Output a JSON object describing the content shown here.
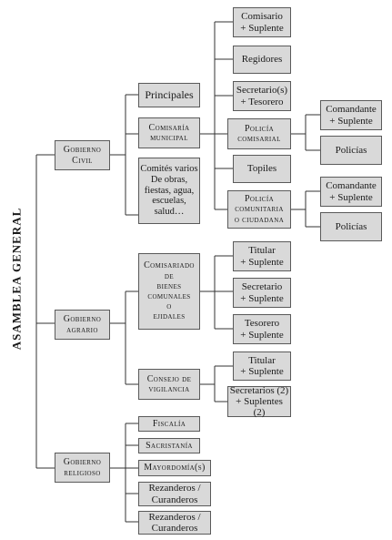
{
  "title": "ASAMBLEA GENERAL",
  "nodes": {
    "civil": "Gobierno\nCivil",
    "agrario": "Gobierno\nagrario",
    "religioso": "Gobierno\nreligioso",
    "principales": "Principales",
    "comisaria": "Comisaría\nmunicipal",
    "comites": "Comités varios\nDe obras,\nfiestas, agua,\nescuelas,\nsalud…",
    "comisario": "Comisario\n+ Suplente",
    "regidores": "Regidores",
    "secretario": "Secretario(s)\n+ Tesorero",
    "policia_comisarial": "Policía\ncomisarial",
    "topiles": "Topiles",
    "policia_comunitaria": "Policía\ncomunitaria\no ciudadana",
    "comandante1": "Comandante\n+ Suplente",
    "policias1": "Policías",
    "comandante2": "Comandante\n+ Suplente",
    "policias2": "Policías",
    "comisariado": "Comisariado\nde\nbienes\ncomunales\no\nejidales",
    "titular1": "Titular\n+ Suplente",
    "secretario_agr": "Secretario\n+ Suplente",
    "tesorero": "Tesorero\n+ Suplente",
    "consejo": "Consejo de\nvigilancia",
    "titular2": "Titular\n+ Suplente",
    "secretarios2": "Secretarios (2)\n+ Suplentes (2)",
    "fiscalia": "Fiscalía",
    "sacristania": "Sacristanía",
    "mayordomia": "Mayordomía(s)",
    "rezanderos1": "Rezanderos /\nCuranderos",
    "rezanderos2": "Rezanderos /\nCuranderos"
  }
}
